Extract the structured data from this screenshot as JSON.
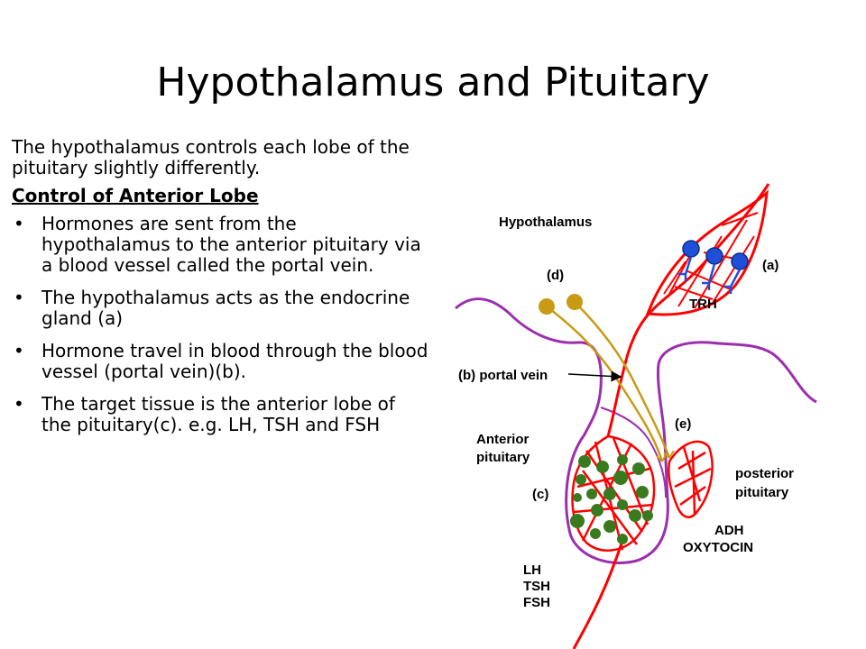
{
  "slide": {
    "title": "Hypothalamus and Pituitary",
    "intro": "The hypothalamus controls each lobe of the pituitary slightly differently.",
    "subheading": "Control of Anterior Lobe",
    "bullets": [
      "Hormones are sent from the hypothalamus to the anterior pituitary via a blood vessel called the portal vein.",
      "The hypothalamus acts as the endocrine gland (a)",
      "Hormone travel in blood through the blood vessel (portal vein)(b).",
      "The target tissue is the anterior lobe of the pituitary(c). e.g. LH, TSH and FSH"
    ]
  },
  "diagram": {
    "labels": {
      "hypothalamus": "Hypothalamus",
      "d": "(d)",
      "a": "(a)",
      "trh": "TRH",
      "portal_vein": "(b) portal vein",
      "anterior_line1": "Anterior",
      "anterior_line2": "pituitary",
      "c": "(c)",
      "e": "(e)",
      "posterior_line1": "posterior",
      "posterior_line2": "pituitary",
      "adh": "ADH",
      "oxytocin": "OXYTOCIN",
      "lh": "LH",
      "tsh": "TSH",
      "fsh": "FSH"
    },
    "colors": {
      "vessel": "#ff0000",
      "outline": "#9b2fae",
      "neuron": "#c99a14",
      "hormone_cell": "#3a7a1f",
      "trh_neuron": "#1f4fd8",
      "background": "#ffffff"
    }
  }
}
